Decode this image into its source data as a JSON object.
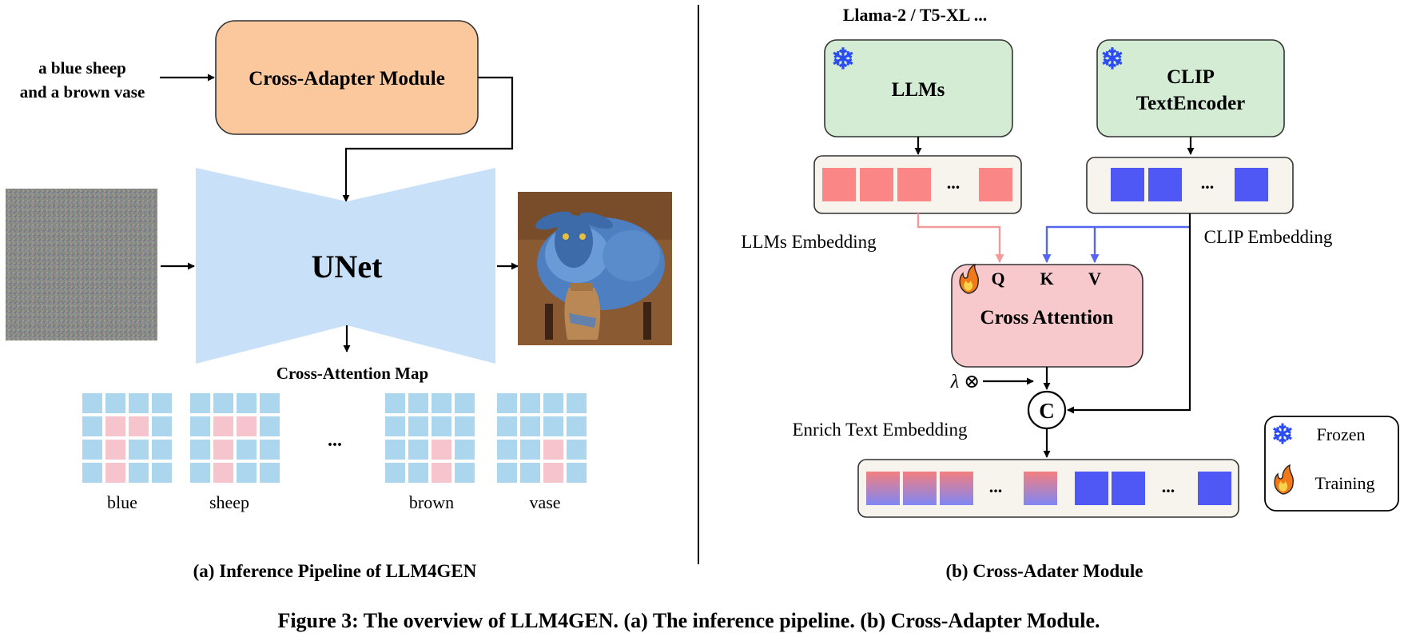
{
  "left": {
    "prompt_line1": "a blue sheep",
    "prompt_line2": "and a brown vase",
    "cross_adapter": "Cross-Adapter Module",
    "unet": "UNet",
    "attn_map_title": "Cross-Attention Map",
    "ellipsis": "...",
    "words": [
      "blue",
      "sheep",
      "brown",
      "vase"
    ],
    "caption": "(a) Inference Pipeline of LLM4GEN"
  },
  "right": {
    "top_label": "Llama-2 / T5-XL ...",
    "llms": "LLMs",
    "clip_line1": "CLIP",
    "clip_line2": "TextEncoder",
    "llms_embedding": "LLMs Embedding",
    "clip_embedding": "CLIP Embedding",
    "q": "Q",
    "k": "K",
    "v": "V",
    "cross_attention": "Cross Attention",
    "lambda_label": "λ ⊗",
    "concat": "C",
    "enrich": "Enrich Text Embedding",
    "ellipsis": "...",
    "legend_frozen": "Frozen",
    "legend_training": "Training",
    "caption": "(b) Cross-Adater Module"
  },
  "figure_caption": "Figure 3: The overview of LLM4GEN. (a) The inference pipeline. (b) Cross-Adapter Module.",
  "colors": {
    "adapter_fill": "#fbc79c",
    "unet_fill": "#c8e1f8",
    "llm_fill": "#d4ecd4",
    "attn_fill": "#f8c9cc",
    "token_red": "#fb8686",
    "token_blue": "#4f58f4",
    "map_blue": "#abd6ee",
    "map_pink": "#f6c4cd",
    "emb_bg": "#f6f4ec",
    "line_red": "#f39a9a",
    "line_blue": "#5465ee"
  },
  "icons": {
    "frozen": "snowflake-icon",
    "training": "flame-icon"
  }
}
